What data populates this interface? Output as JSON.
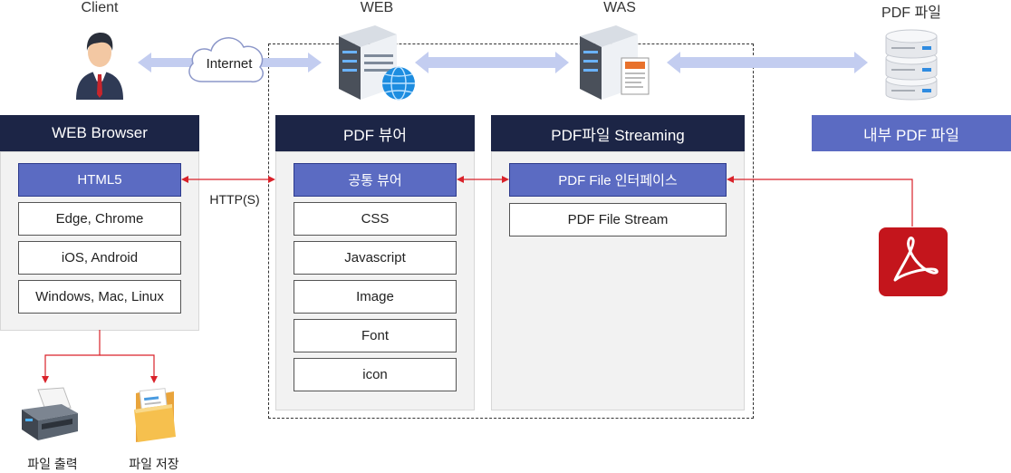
{
  "top_labels": {
    "client": "Client",
    "web": "WEB",
    "was": "WAS",
    "pdf_file": "PDF 파일"
  },
  "internet_label": "Internet",
  "http_label": "HTTP(S)",
  "browser": {
    "title": "WEB Browser",
    "items": [
      "HTML5",
      "Edge, Chrome",
      "iOS, Android",
      "Windows, Mac, Linux"
    ]
  },
  "viewer": {
    "title": "PDF 뷰어",
    "items": [
      "공통 뷰어",
      "CSS",
      "Javascript",
      "Image",
      "Font",
      "icon"
    ]
  },
  "streaming": {
    "title": "PDF파일 Streaming",
    "items": [
      "PDF  File 인터페이스",
      "PDF File Stream"
    ]
  },
  "internal": {
    "title": "내부 PDF  파일"
  },
  "outputs": {
    "print": "파일 출력",
    "save": "파일 저장"
  },
  "colors": {
    "header_dark": "#1c2546",
    "header_light": "#5b6bc2",
    "highlight_box": "#5b6bc2",
    "arrow_light": "#c3cdf0",
    "arrow_red": "#d9222a",
    "acrobat_red": "#c4151c"
  }
}
